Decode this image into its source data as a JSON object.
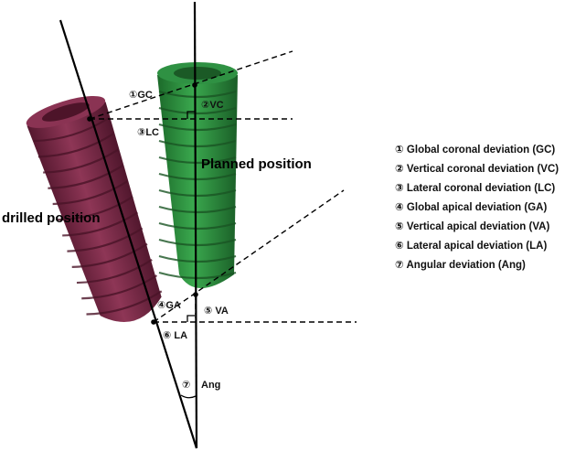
{
  "labels": {
    "planned": "Planned position",
    "drilled": "drilled position",
    "gc": "①GC",
    "vc": "②VC",
    "lc": "③LC",
    "ga": "④GA",
    "va": "⑤ VA",
    "la": "⑥ LA",
    "ang_num": "⑦",
    "ang": "Ang"
  },
  "legend": [
    "① Global coronal deviation  (GC)",
    "② Vertical coronal deviation  (VC)",
    "③ Lateral coronal deviation  (LC)",
    "④ Global apical deviation  (GA)",
    "⑤ Vertical apical deviation  (VA)",
    "⑥ Lateral apical deviation  (LA)",
    "⑦ Angular deviation  (Ang)"
  ],
  "colors": {
    "planned_implant": "#2e8b3e",
    "planned_dark": "#1f6a2c",
    "drilled_implant": "#7a2a45",
    "drilled_dark": "#5a1c33"
  }
}
